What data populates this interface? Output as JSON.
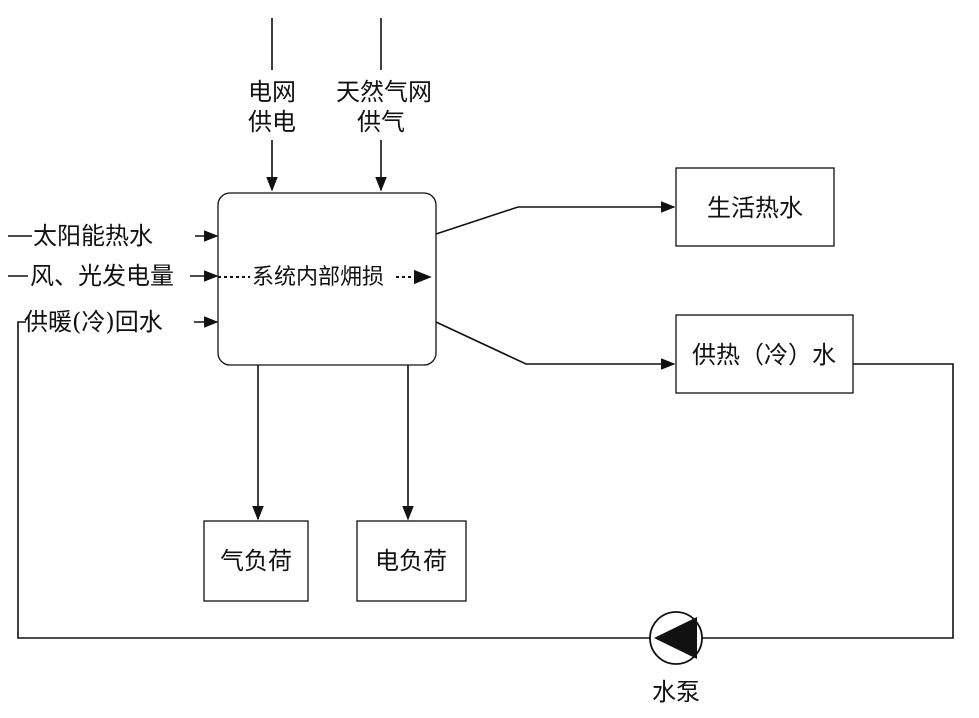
{
  "diagram": {
    "inputs_top": {
      "grid": [
        "电网",
        "供电"
      ],
      "gas": [
        "天然气网",
        "供气"
      ]
    },
    "inputs_left": {
      "solar": "太阳能热水",
      "wind_pv": "风、光发电量",
      "return_water": "供暖(冷)回水"
    },
    "center": {
      "label": "系统内部㶲损"
    },
    "outputs": {
      "hot_water": "生活热水",
      "supply_water": "供热（冷）水",
      "gas_load": "气负荷",
      "power_load": "电负荷"
    },
    "pump": {
      "label": "水泵"
    }
  }
}
